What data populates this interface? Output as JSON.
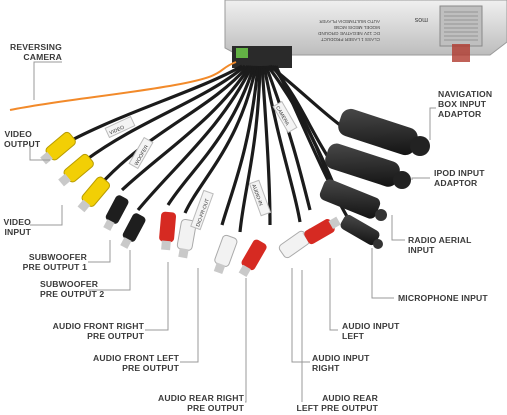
{
  "device": {
    "label_line1": "AUTO MULTIMEDIA PLAYER",
    "label_line2": "MODEL MEDIS MC5B",
    "label_line3": "DC 12V  NEGATIVE GROUND",
    "label_line4": "CLASS 1 LASER PRODUCT",
    "brand": "mos"
  },
  "labels": {
    "reversing_camera": "REVERSING\nCAMERA",
    "video_output": "VIDEO\nOUTPUT",
    "video_input": "VIDEO\nINPUT",
    "subwoofer_pre_output_1": "SUBWOOFER\nPRE OUTPUT 1",
    "subwoofer_pre_output_2": "SUBWOOFER\nPRE OUTPUT 2",
    "audio_front_right_pre_output": "AUDIO FRONT RIGHT\nPRE OUTPUT",
    "audio_front_left_pre_output": "AUDIO FRONT LEFT\nPRE OUTPUT",
    "audio_rear_right_pre_output": "AUDIO REAR RIGHT\nPRE OUTPUT",
    "audio_rear_left_pre_output": "AUDIO REAR\nLEFT PRE OUTPUT",
    "navigation_box_input_adaptor": "NAVIGATION\nBOX INPUT\nADAPTOR",
    "ipod_input_adaptor": "IPOD INPUT\nADAPTOR",
    "radio_aerial_input": "RADIO AERIAL\nINPUT",
    "microphone_input": "MICROPHONE INPUT",
    "audio_input_left": "AUDIO INPUT\nLEFT",
    "audio_input_right": "AUDIO INPUT\nRIGHT"
  },
  "tags": {
    "woofer": "WOOFER",
    "video": "VIDEO",
    "dio_fr_out": "DIO-FR-OUT",
    "audio_in": "AUDIO-IN",
    "camera": "CAMERA"
  },
  "colors": {
    "label_text": "#3a3a3a",
    "leader_line": "#999999",
    "cable": "#1b1b1b",
    "rca_yellow": "#f2cf05",
    "rca_red": "#d62a22",
    "rca_white": "#f2f2f2",
    "rca_black": "#1e1e1e",
    "orange_wire": "#f28a2a",
    "connector_green": "#63b245",
    "device_metal": "#d9d9d9"
  }
}
